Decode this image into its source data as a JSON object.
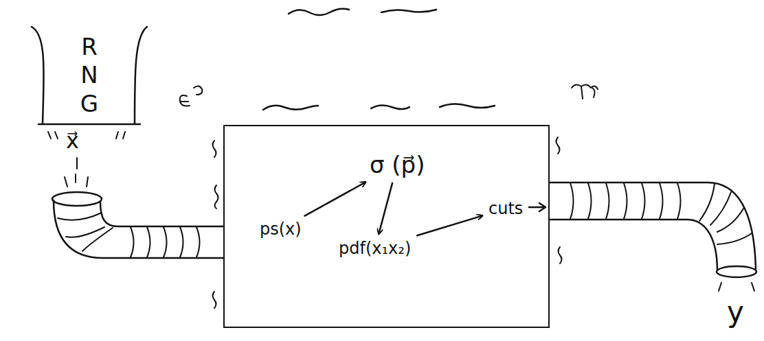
{
  "diagram": {
    "nodes": [
      {
        "text": [
          "R N G"
        ]
      },
      {
        "text": []
      },
      {
        "text": [
          "ps(x)"
        ],
        "in": 1
      },
      {
        "text": [
          "σ (p⃗)"
        ],
        "in": 1
      },
      {
        "text": [
          "pdf(x₁x₂)"
        ],
        "in": 1
      },
      {
        "text": [
          "cuts"
        ],
        "in": 1
      }
    ],
    "edges": [
      {
        "from": 2,
        "to": 3,
        "arrow": "to"
      },
      {
        "from": 3,
        "to": 4,
        "arrow": "to"
      },
      {
        "from": 4,
        "to": 5,
        "arrow": "to"
      }
    ],
    "labels": [
      "x⃗",
      "y"
    ]
  }
}
